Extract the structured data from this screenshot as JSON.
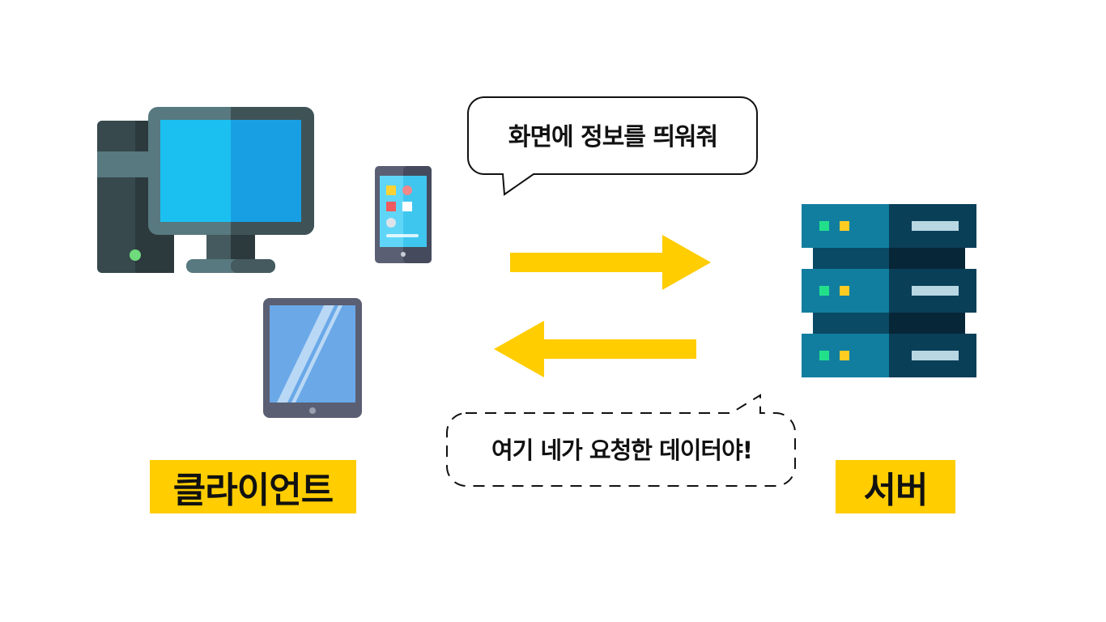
{
  "client_label": "클라이언트",
  "server_label": "서버",
  "request_bubble": "화면에 정보를 띄워줘",
  "response_bubble": "여기 네가 요청한 데이터야!",
  "colors": {
    "highlight": "#ffcd00",
    "arrow": "#ffcd00",
    "screen_light": "#1bc0f0",
    "screen_dark": "#189fe3",
    "server_blue": "#117ea0",
    "server_dark": "#0a3f58"
  },
  "icons": [
    "desktop-computer-icon",
    "smartphone-icon",
    "tablet-icon",
    "server-rack-icon",
    "request-arrow-icon",
    "response-arrow-icon"
  ]
}
